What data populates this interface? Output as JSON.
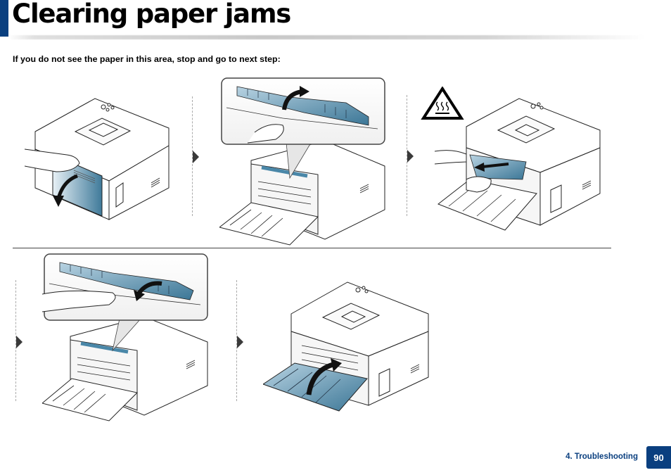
{
  "header": {
    "title": "Clearing paper jams",
    "accent_color": "#0a3f7f"
  },
  "instruction": "If you do not see the paper in this area, stop and go to next step:",
  "steps": [
    {
      "row": 1,
      "illustration": "printer-open-side-cover",
      "highlight_color": "#4a87a8",
      "arrow": "curved-arrow-open"
    },
    {
      "row": 1,
      "illustration": "printer-lift-fuser-lever-zoom",
      "highlight_color": "#4a87a8",
      "arrow": "curved-arrow-up"
    },
    {
      "row": 1,
      "illustration": "printer-pull-jammed-paper",
      "highlight_color": "#4a87a8",
      "arrow": "straight-arrow-out",
      "warning_icon": "hot-surface-warning-icon"
    },
    {
      "row": 2,
      "illustration": "printer-lower-fuser-lever-zoom",
      "highlight_color": "#4a87a8",
      "arrow": "curved-arrow-down"
    },
    {
      "row": 2,
      "illustration": "printer-close-rear-cover",
      "highlight_color": "#4a87a8",
      "arrow": "curved-arrow-close"
    }
  ],
  "footer": {
    "section": "4. Troubleshooting",
    "page_number": "90"
  }
}
